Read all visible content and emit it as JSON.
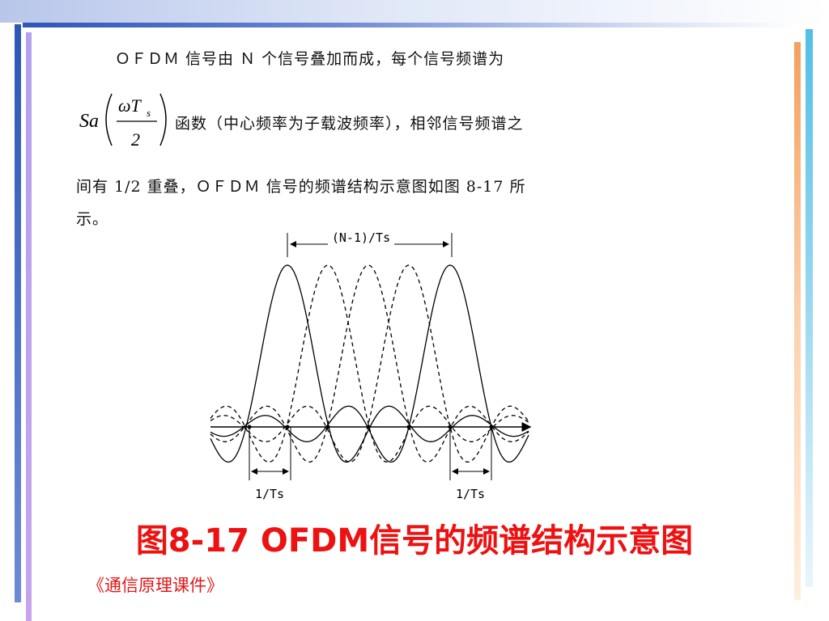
{
  "slide": {
    "line1": "ＯＦＤＭ 信号由 Ｎ 个信号叠加而成，每个信号频谱为",
    "formula": {
      "prefix": "Sa",
      "numerator": "ωT",
      "subscript": "s",
      "denominator": "2"
    },
    "line2": "函数（中心频率为子载波频率），相邻信号频谱之",
    "line3": "间有 1/2 重叠，ＯＦＤＭ 信号的频谱结构示意图如图 8-17 所",
    "line4": "示。"
  },
  "diagram": {
    "top_label": "(N-1)/Ts",
    "bottom_left_label": "1/Ts",
    "bottom_right_label": "1/Ts"
  },
  "caption": "图8-17 OFDM信号的频谱结构示意图",
  "footer": "《通信原理课件》"
}
